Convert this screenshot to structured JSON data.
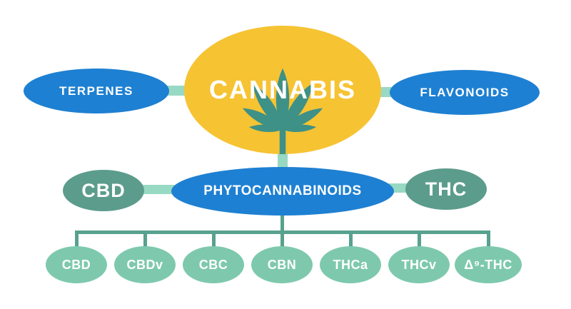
{
  "root": {
    "label": "CANNABIS"
  },
  "companions": {
    "left": "TERPENES",
    "right": "FLAVONOIDS"
  },
  "phyto": {
    "label": "PHYTOCANNABINOIDS",
    "left": "CBD",
    "right": "THC"
  },
  "cannabinoids": [
    "CBD",
    "CBDv",
    "CBC",
    "CBN",
    "THCa",
    "THCv",
    "Δ⁹-THC"
  ],
  "colors": {
    "blue": "#1e80d2",
    "yellow": "#f6c333",
    "dark_teal": "#5c9c8c",
    "light_green": "#7ec9ae",
    "connector_mint": "#98d9c3",
    "line_teal": "#57a28f",
    "leaf_teal": "#3e9186",
    "text": "#ffffff"
  }
}
